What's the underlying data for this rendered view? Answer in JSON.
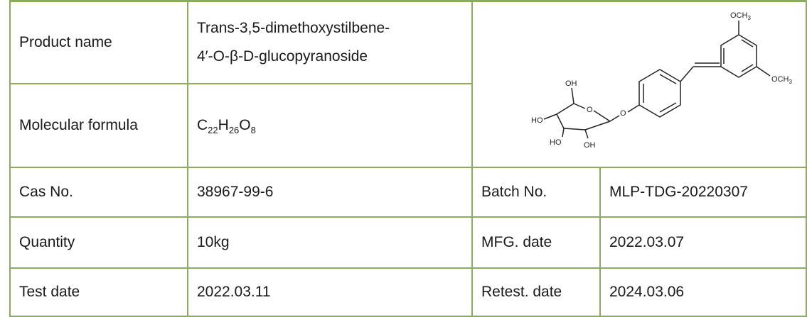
{
  "product": {
    "name_label": "Product name",
    "name_line1": "Trans-3,5-dimethoxystilbene-",
    "name_line2": "4′-O-β-D-glucopyranoside"
  },
  "formula": {
    "label": "Molecular formula",
    "parts": [
      {
        "el": "C",
        "n": "22"
      },
      {
        "el": "H",
        "n": "26"
      },
      {
        "el": "O",
        "n": "8"
      }
    ]
  },
  "structure": {
    "labels": {
      "och3_top": "OCH3",
      "och3_right": "OCH3",
      "oh_top": "OH",
      "ho_left": "HO",
      "ho_bottom": "HO",
      "oh_bottom": "OH",
      "ring_o": "O",
      "link_o": "O"
    }
  },
  "rows": [
    {
      "label": "Cas No.",
      "value": "38967-99-6",
      "label2": "Batch No.",
      "value2": "MLP-TDG-20220307"
    },
    {
      "label": "Quantity",
      "value": "10kg",
      "label2": "MFG. date",
      "value2": "2022.03.07"
    },
    {
      "label": "Test date",
      "value": "2022.03.11",
      "label2": "Retest. date",
      "value2": "2024.03.06"
    }
  ]
}
